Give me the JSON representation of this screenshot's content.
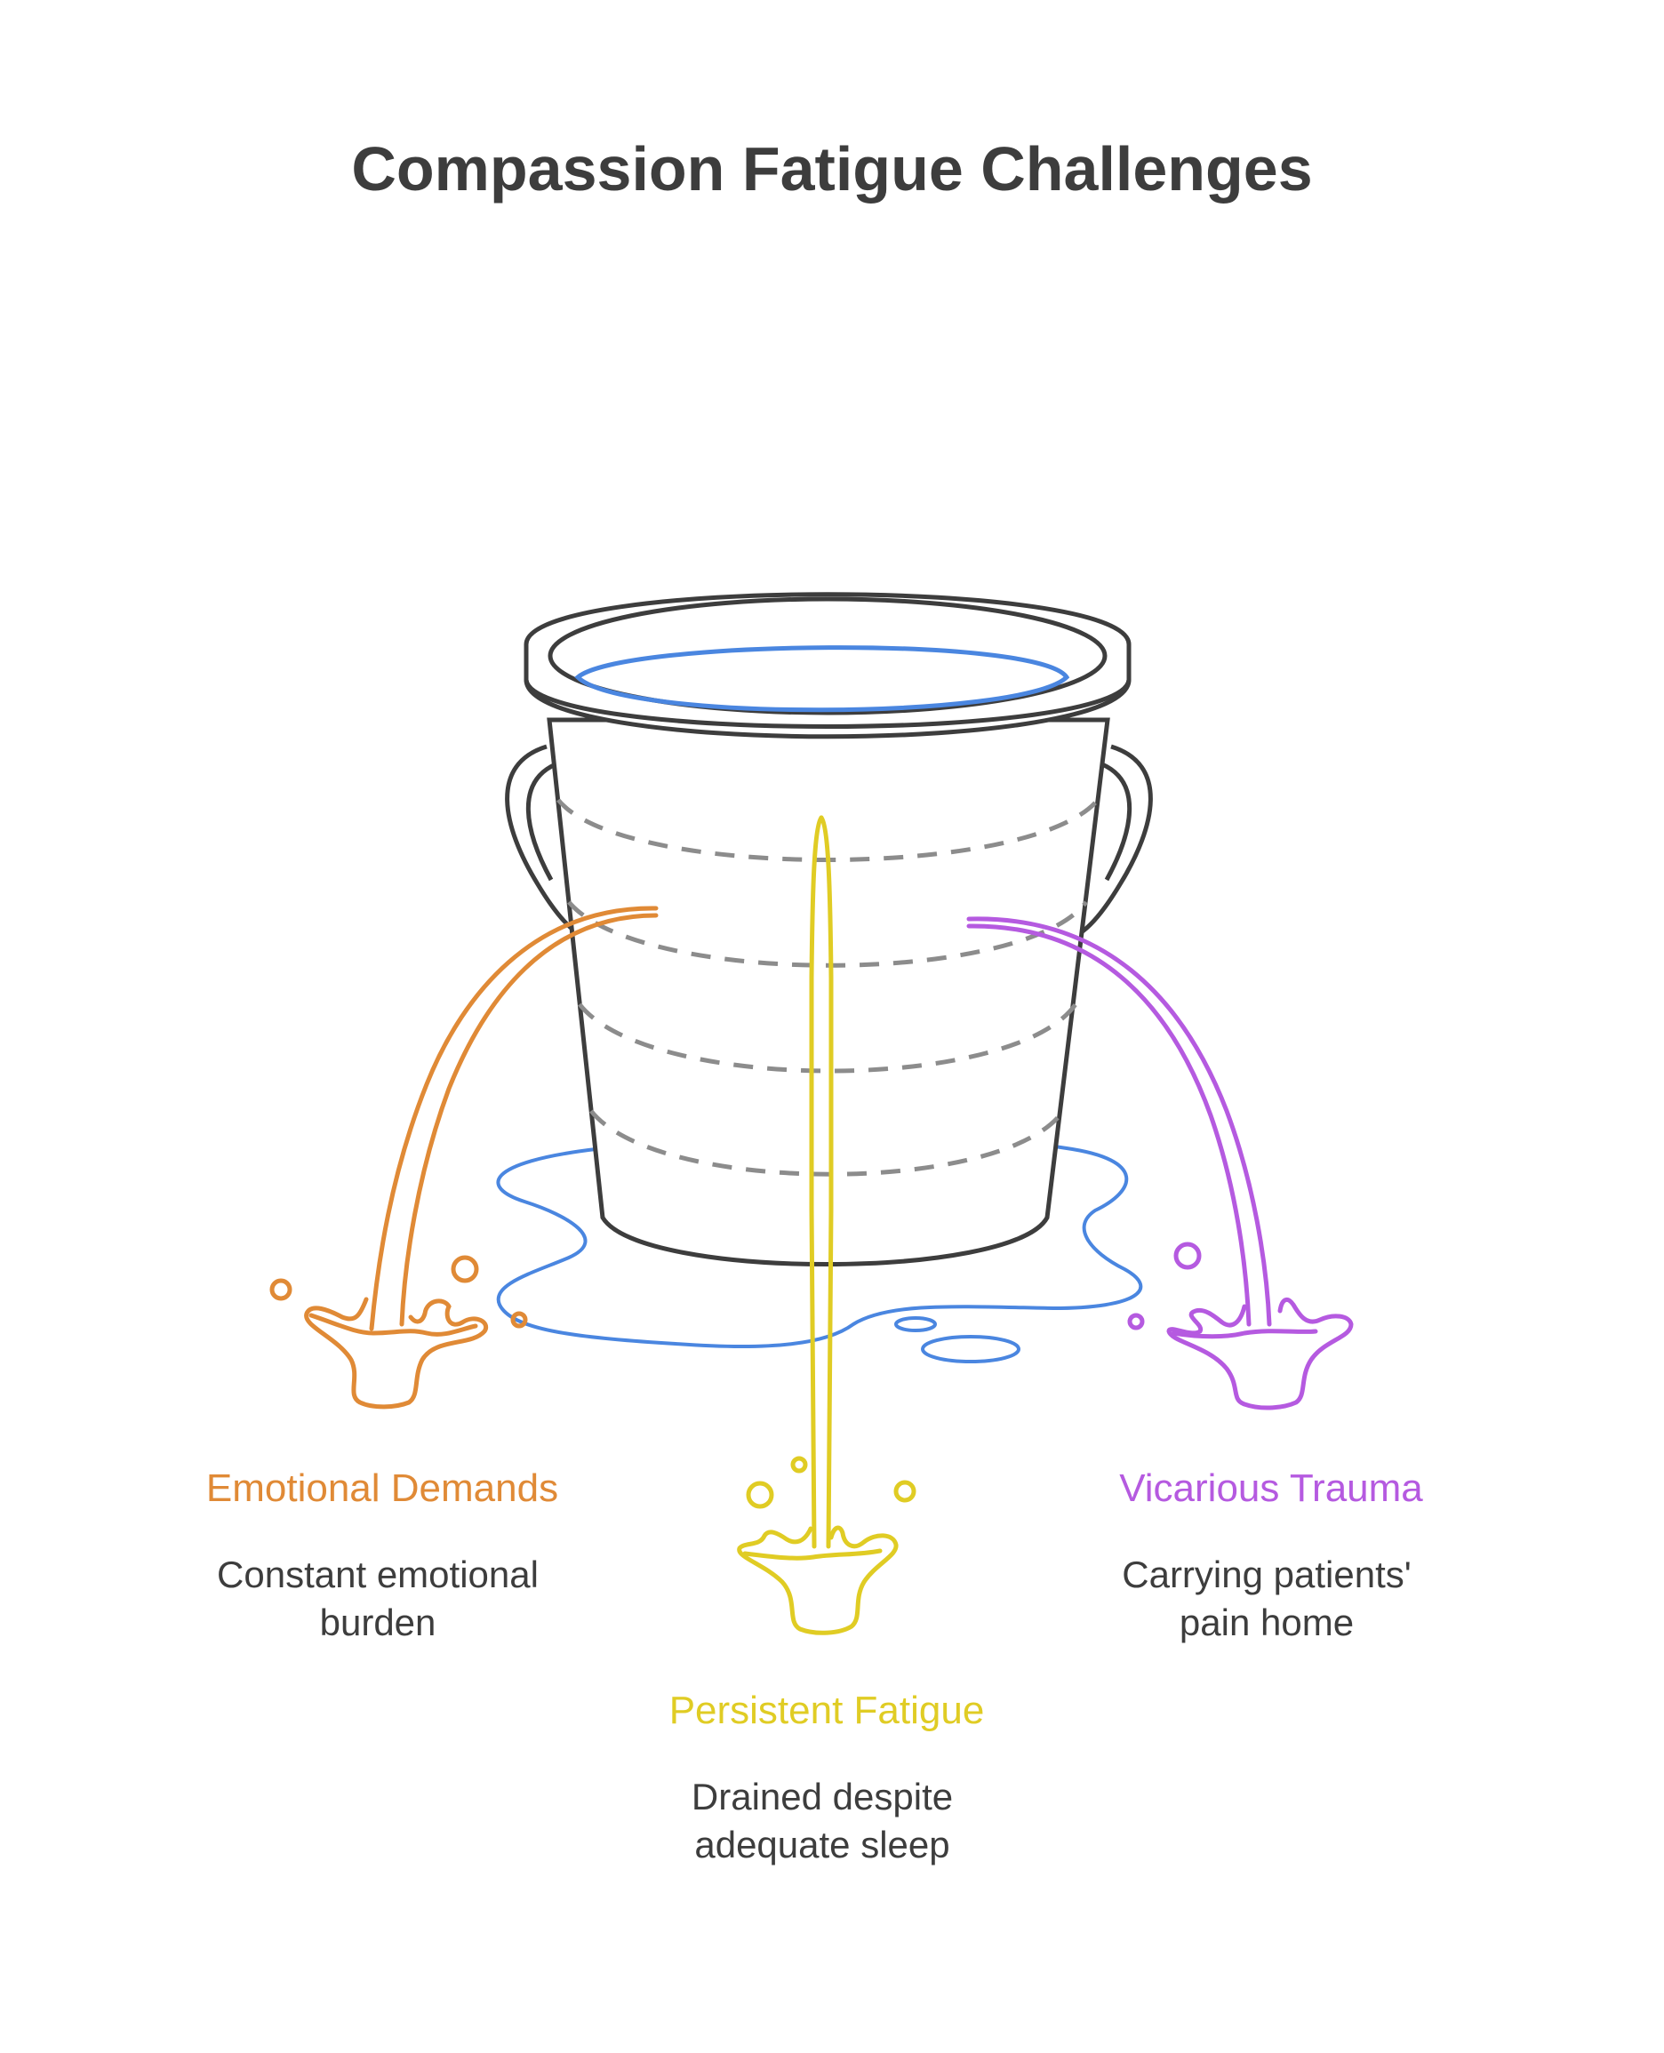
{
  "title": "Compassion Fatigue Challenges",
  "colors": {
    "title": "#3d3d3d",
    "bucket_outline": "#3d3d3d",
    "water": "#4a86e0",
    "dashes": "#8c8c8c",
    "emotional": "#e08a36",
    "fatigue": "#e0cc24",
    "trauma": "#b55ae0"
  },
  "items": [
    {
      "id": "emotional",
      "label": "Emotional Demands",
      "description_lines": [
        "Constant emotional",
        "burden"
      ]
    },
    {
      "id": "fatigue",
      "label": "Persistent Fatigue",
      "description_lines": [
        "Drained despite",
        "adequate sleep"
      ]
    },
    {
      "id": "trauma",
      "label": "Vicarious Trauma",
      "description_lines": [
        "Carrying patients'",
        "pain home"
      ]
    }
  ]
}
